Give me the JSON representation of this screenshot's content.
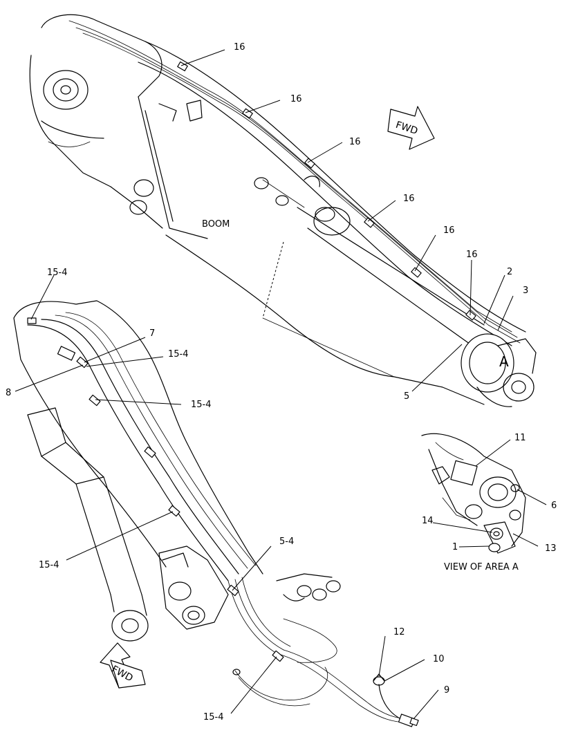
{
  "callouts": {
    "c16_a": "16",
    "c16_b": "16",
    "c16_c": "16",
    "c16_d": "16",
    "c16_e": "16",
    "c16_f": "16",
    "c2": "2",
    "c3": "3",
    "c5": "5",
    "c15_4_a": "15-4",
    "c7": "7",
    "c15_4_b": "15-4",
    "c8": "8",
    "c15_4_c": "15-4",
    "c15_4_d": "15-4",
    "c5_4": "5-4",
    "c12": "12",
    "c10": "10",
    "c9": "9",
    "c15_4_e": "15-4",
    "c11": "11",
    "c6": "6",
    "c14": "14",
    "c1": "1",
    "c13": "13"
  },
  "labels": {
    "boom": "BOOM",
    "area_marker": "A",
    "fwd_top": "FWD",
    "fwd_bottom": "FWD",
    "view_caption": "VIEW OF AREA A"
  }
}
